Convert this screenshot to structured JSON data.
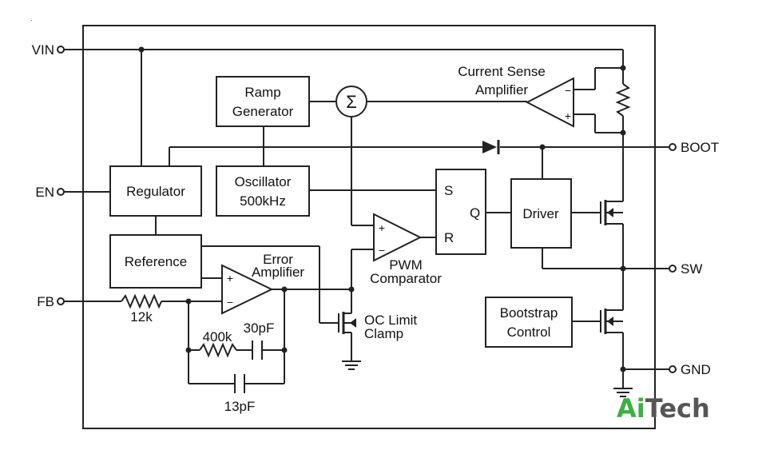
{
  "pins": {
    "vin": "VIN",
    "en": "EN",
    "fb": "FB",
    "boot": "BOOT",
    "sw": "SW",
    "gnd": "GND"
  },
  "blocks": {
    "ramp_line1": "Ramp",
    "ramp_line2": "Generator",
    "osc_line1": "Oscillator",
    "osc_line2": "500kHz",
    "regulator": "Regulator",
    "reference": "Reference",
    "driver": "Driver",
    "bootstrap_line1": "Bootstrap",
    "bootstrap_line2": "Control"
  },
  "labels": {
    "summer": "Σ",
    "cs_line1": "Current Sense",
    "cs_line2": "Amplifier",
    "error_line1": "Error",
    "error_line2": "Amplifier",
    "pwm_line1": "PWM",
    "pwm_line2": "Comparator",
    "oc_line1": "OC Limit",
    "oc_line2": "Clamp",
    "sr_s": "S",
    "sr_r": "R",
    "sr_q": "Q",
    "plus": "+",
    "minus": "−"
  },
  "components": {
    "r_fb": "12k",
    "r_comp": "400k",
    "c_comp": "30pF",
    "c_hf": "13pF"
  },
  "watermark": {
    "part1": "Ai",
    "part2": "Tech",
    "color1": "#3cb043",
    "color2": "#555555"
  }
}
